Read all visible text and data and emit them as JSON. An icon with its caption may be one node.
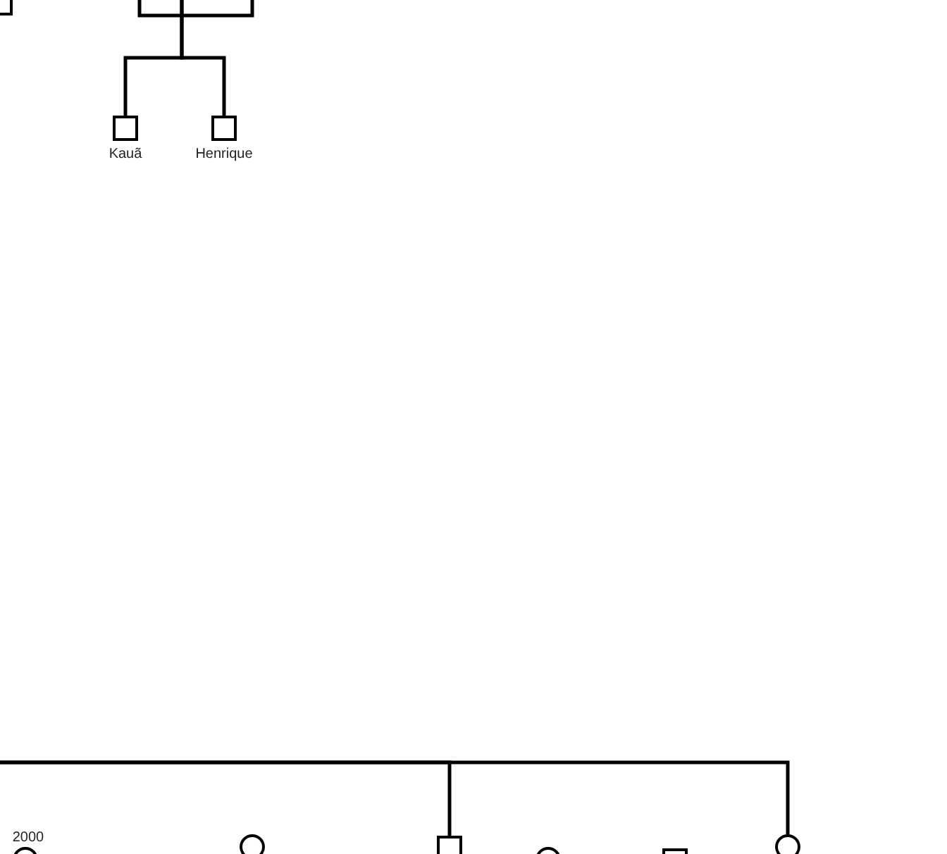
{
  "diagram": {
    "nodes": [
      {
        "text": [],
        "shape": "box"
      },
      {
        "text": [],
        "shape": "box",
        "beside": [
          "Kauã"
        ]
      },
      {
        "text": [],
        "shape": "box",
        "beside": [
          "Henrique"
        ]
      },
      {
        "text": [],
        "shape": "circle",
        "beside": [
          "2000"
        ]
      },
      {
        "text": [],
        "shape": "circle"
      },
      {
        "text": [],
        "shape": "box"
      },
      {
        "text": [],
        "shape": "circle"
      },
      {
        "text": [],
        "shape": "box"
      },
      {
        "text": [],
        "shape": "circle"
      }
    ],
    "edges": [
      {
        "from": null,
        "to": 1,
        "arrow": "none"
      },
      {
        "from": null,
        "to": 2,
        "arrow": "none"
      },
      {
        "from": null,
        "to": 5,
        "arrow": "none"
      },
      {
        "from": null,
        "to": 8,
        "arrow": "none"
      }
    ]
  }
}
